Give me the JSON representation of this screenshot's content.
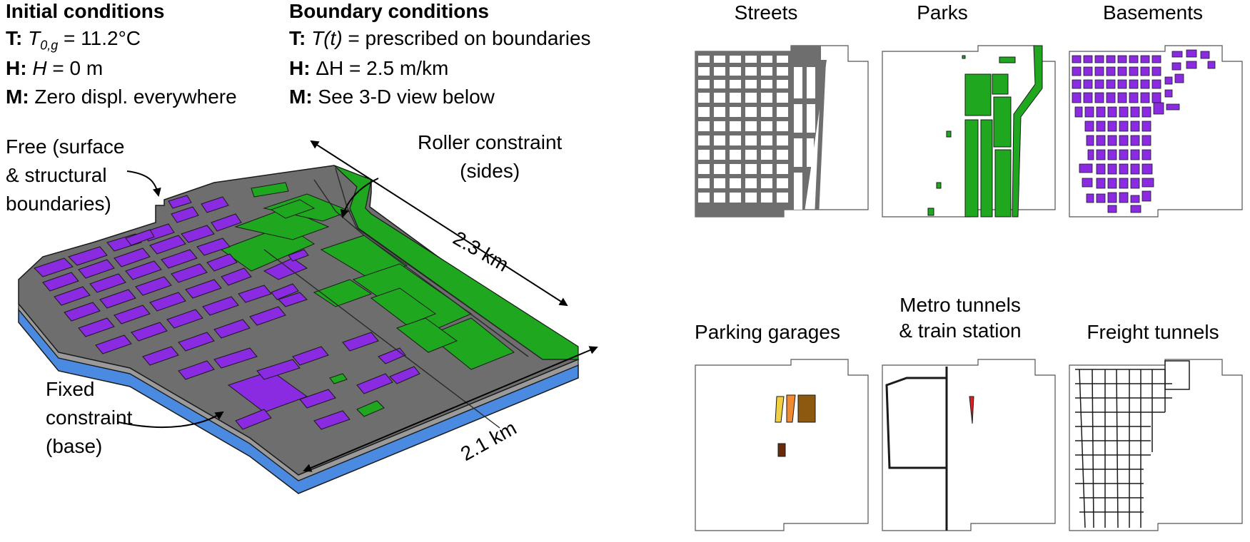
{
  "initial": {
    "heading": "Initial conditions",
    "t_key": "T:",
    "t_sym": "T",
    "t_sub": "0,g",
    "t_val": " = 11.2°C",
    "h_key": "H:",
    "h_sym": "H",
    "h_val": " = 0 m",
    "m_key": "M:",
    "m_val": " Zero displ. everywhere"
  },
  "boundary": {
    "heading": "Boundary conditions",
    "t_key": "T:",
    "t_sym": "T(t)",
    "t_val": " = prescribed on boundaries",
    "h_key": "H:",
    "h_val": " ΔH = 2.5 m/km",
    "m_key": "M:",
    "m_val": " See 3-D view below"
  },
  "annotations": {
    "free": "Free (surface\n& structural\nboundaries)",
    "roller": "Roller constraint\n(sides)",
    "fixed": "Fixed\nconstraint\n(base)",
    "dim_long": "2.3 km",
    "dim_short": "2.1 km"
  },
  "panels": [
    {
      "title": "Streets"
    },
    {
      "title": "Parks"
    },
    {
      "title": "Basements"
    },
    {
      "title": "Parking garages"
    },
    {
      "title": "Metro tunnels\n& train station"
    },
    {
      "title": "Freight tunnels"
    }
  ],
  "colors": {
    "street": "#6e6e6e",
    "park": "#1fa81f",
    "basement": "#8a2be2",
    "base_layer": "#4a8ae0",
    "garage_1": "#f0d040",
    "garage_2": "#f08a30",
    "garage_3": "#8b5a10",
    "garage_4": "#6b2a0a",
    "station": "#e02020"
  }
}
